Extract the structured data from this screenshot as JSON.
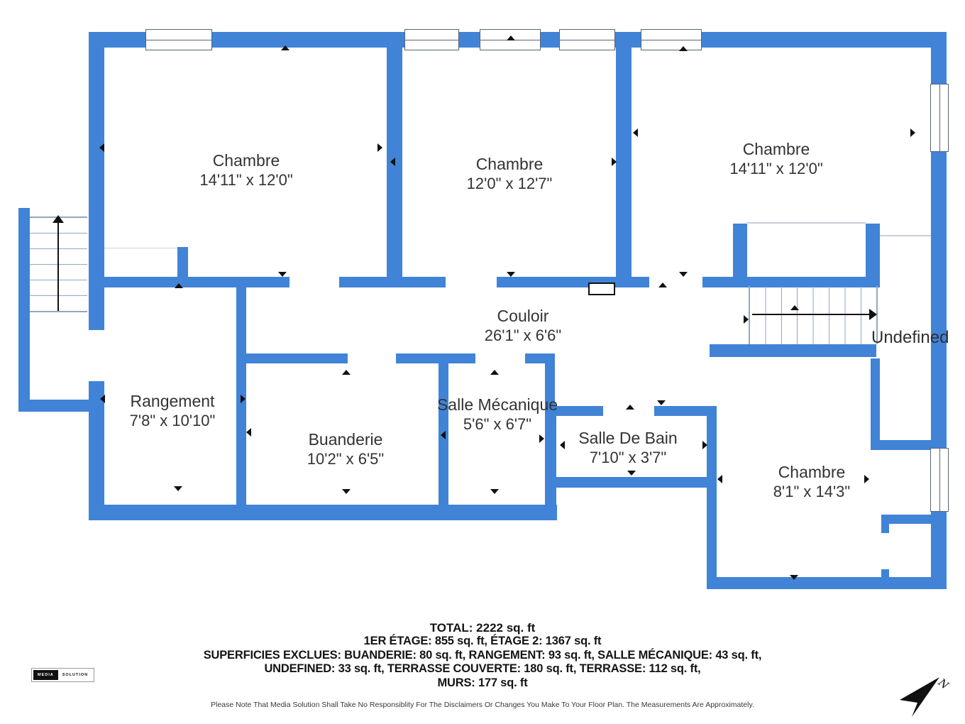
{
  "colors": {
    "wall": "#4183d7"
  },
  "rooms": [
    {
      "name": "Chambre",
      "dims": "14'11\" x 12'0\""
    },
    {
      "name": "Chambre",
      "dims": "12'0\" x 12'7\""
    },
    {
      "name": "Chambre",
      "dims": "14'11\" x 12'0\""
    },
    {
      "name": "Couloir",
      "dims": "26'1\" x 6'6\""
    },
    {
      "name": "Rangement",
      "dims": "7'8\" x 10'10\""
    },
    {
      "name": "Buanderie",
      "dims": "10'2\" x 6'5\""
    },
    {
      "name": "Salle Mécanique",
      "dims": "5'6\" x 6'7\""
    },
    {
      "name": "Salle De Bain",
      "dims": "7'10\" x 3'7\""
    },
    {
      "name": "Chambre",
      "dims": "8'1\" x 14'3\""
    }
  ],
  "area_label": "Undefined",
  "summary": {
    "total": "TOTAL: 2222 sq. ft",
    "line2": "1ER ÉTAGE: 855 sq. ft, ÉTAGE 2: 1367 sq. ft",
    "line3": "SUPERFICIES EXCLUES: BUANDERIE: 80 sq. ft, RANGEMENT: 93 sq. ft, SALLE MÉCANIQUE: 43 sq. ft,",
    "line4": "UNDEFINED: 33 sq. ft, TERRASSE COUVERTE: 180 sq. ft, TERRASSE: 112 sq. ft,",
    "line5": "MURS: 177 sq. ft"
  },
  "disclaimer": "Please Note That Media Solution Shall Take No Responsiblity For The Disclaimers Or Changes You Make To Your Floor Plan. The Measurements Are Approximately.",
  "logo": {
    "media": "MEDIA",
    "solution": "SOLUTION"
  },
  "compass_letter": "N"
}
